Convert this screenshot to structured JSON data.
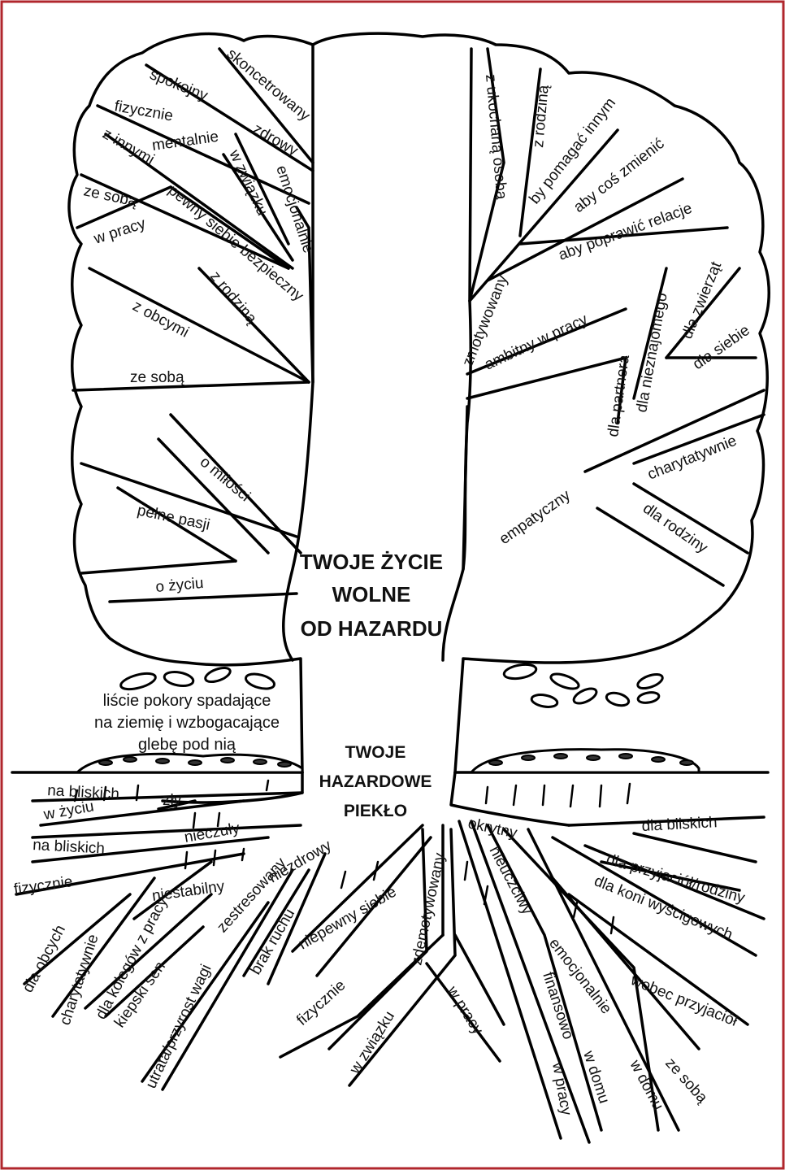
{
  "colors": {
    "frame": "#b0262c",
    "ink": "#111111",
    "background": "#ffffff"
  },
  "tree_title": [
    "TWOJE ŻYCIE",
    "WOLNE",
    "OD HAZARDU"
  ],
  "hell_title": [
    "TWOJE",
    "HAZARDOWE",
    "PIEKŁO"
  ],
  "leaves_note": [
    "liście pokory spadające",
    "na ziemię i wzbogacające",
    "glebę pod nią"
  ],
  "crown_left_labels": [
    "spokojny",
    "skoncetrowany",
    "fizycznie",
    "zdrowy",
    "mentalnie",
    "z innymi",
    "w związku",
    "emocjonalnie",
    "ze sobą",
    "pewny siebie bezpieczny",
    "w pracy",
    "z rodziną",
    "z obcymi",
    "ze sobą",
    "o miłości",
    "pełne pasji",
    "o życiu"
  ],
  "crown_right_labels": [
    "z ukochaną osobą",
    "z rodziną",
    "by pomagać innym",
    "aby coś zmienić",
    "aby poprawić relacje",
    "zmotywowany",
    "ambitny w pracy",
    "dla partnera",
    "dla nieznajomego",
    "dla zwierząt",
    "dla siebie",
    "charytatywnie",
    "empatyczny",
    "dla rodziny"
  ],
  "roots_left_labels": [
    "na bliskich",
    "w życiu",
    "zły",
    "nieczuły",
    "na bliskich",
    "fizycznie",
    "niestabilny",
    "niezdrowy",
    "zestresowany",
    "dla obcych",
    "charytatywnie",
    "dla kolegów z pracy",
    "kiepski sen",
    "utrata/przyrost wagi",
    "brak ruchu"
  ],
  "roots_center_labels": [
    "niepewny siebie",
    "zdemotywowany",
    "fizycznie",
    "w związku",
    "w pracy"
  ],
  "roots_right_labels": [
    "okrytny",
    "dla bliskich",
    "nieuczciwy",
    "dla przyjaciół/rodziny",
    "dla koni wyścigowych",
    "emocjonalnie",
    "finansowo",
    "wobec przyjaciół",
    "w domu",
    "w pracy",
    "w domu",
    "ze sobą"
  ]
}
